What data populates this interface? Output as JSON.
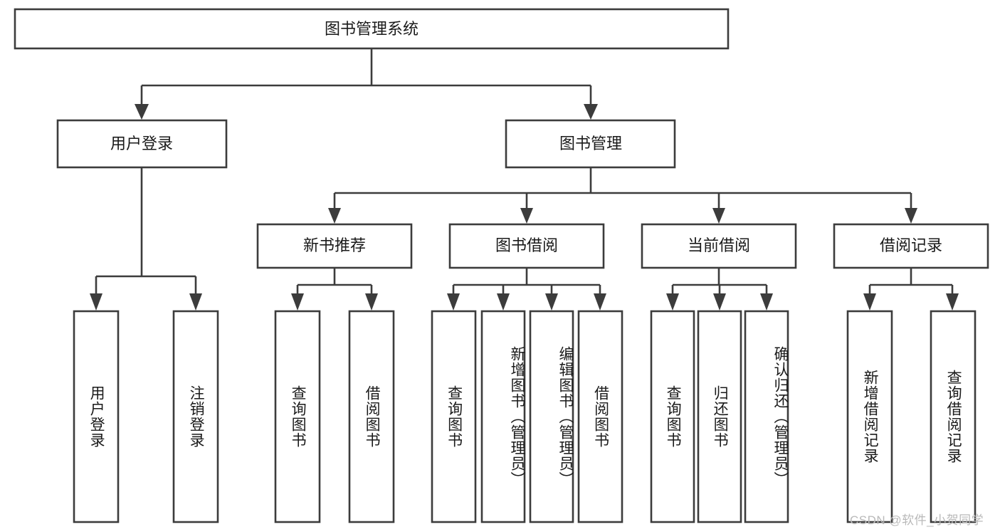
{
  "diagram": {
    "type": "tree-hierarchy",
    "title": "图书管理系统",
    "orientation": "top-down",
    "colors": {
      "box_stroke": "#3c3c3c",
      "box_fill": "#ffffff",
      "connector": "#3c3c3c",
      "text": "#1a1a1a",
      "watermark": "#b9b9b9",
      "background": "#ffffff"
    },
    "root": {
      "label": "图书管理系统"
    },
    "level1": [
      {
        "label": "用户登录"
      },
      {
        "label": "图书管理"
      }
    ],
    "level2": [
      {
        "label": "新书推荐"
      },
      {
        "label": "图书借阅"
      },
      {
        "label": "当前借阅"
      },
      {
        "label": "借阅记录"
      }
    ],
    "leaves": {
      "user_login": [
        {
          "label": "用户登录"
        },
        {
          "label": "注销登录"
        }
      ],
      "new_book_recommend": [
        {
          "label": "查询图书"
        },
        {
          "label": "借阅图书"
        }
      ],
      "book_borrow": [
        {
          "label": "查询图书"
        },
        {
          "label": "新增图书（管理员）"
        },
        {
          "label": "编辑图书（管理员）"
        },
        {
          "label": "借阅图书"
        }
      ],
      "current_borrow": [
        {
          "label": "查询图书"
        },
        {
          "label": "归还图书"
        },
        {
          "label": "确认归还（管理员）"
        }
      ],
      "borrow_record": [
        {
          "label": "新增借阅记录"
        },
        {
          "label": "查询借阅记录"
        }
      ]
    }
  },
  "watermark": {
    "text": "CSDN @软件_小贺同学"
  }
}
